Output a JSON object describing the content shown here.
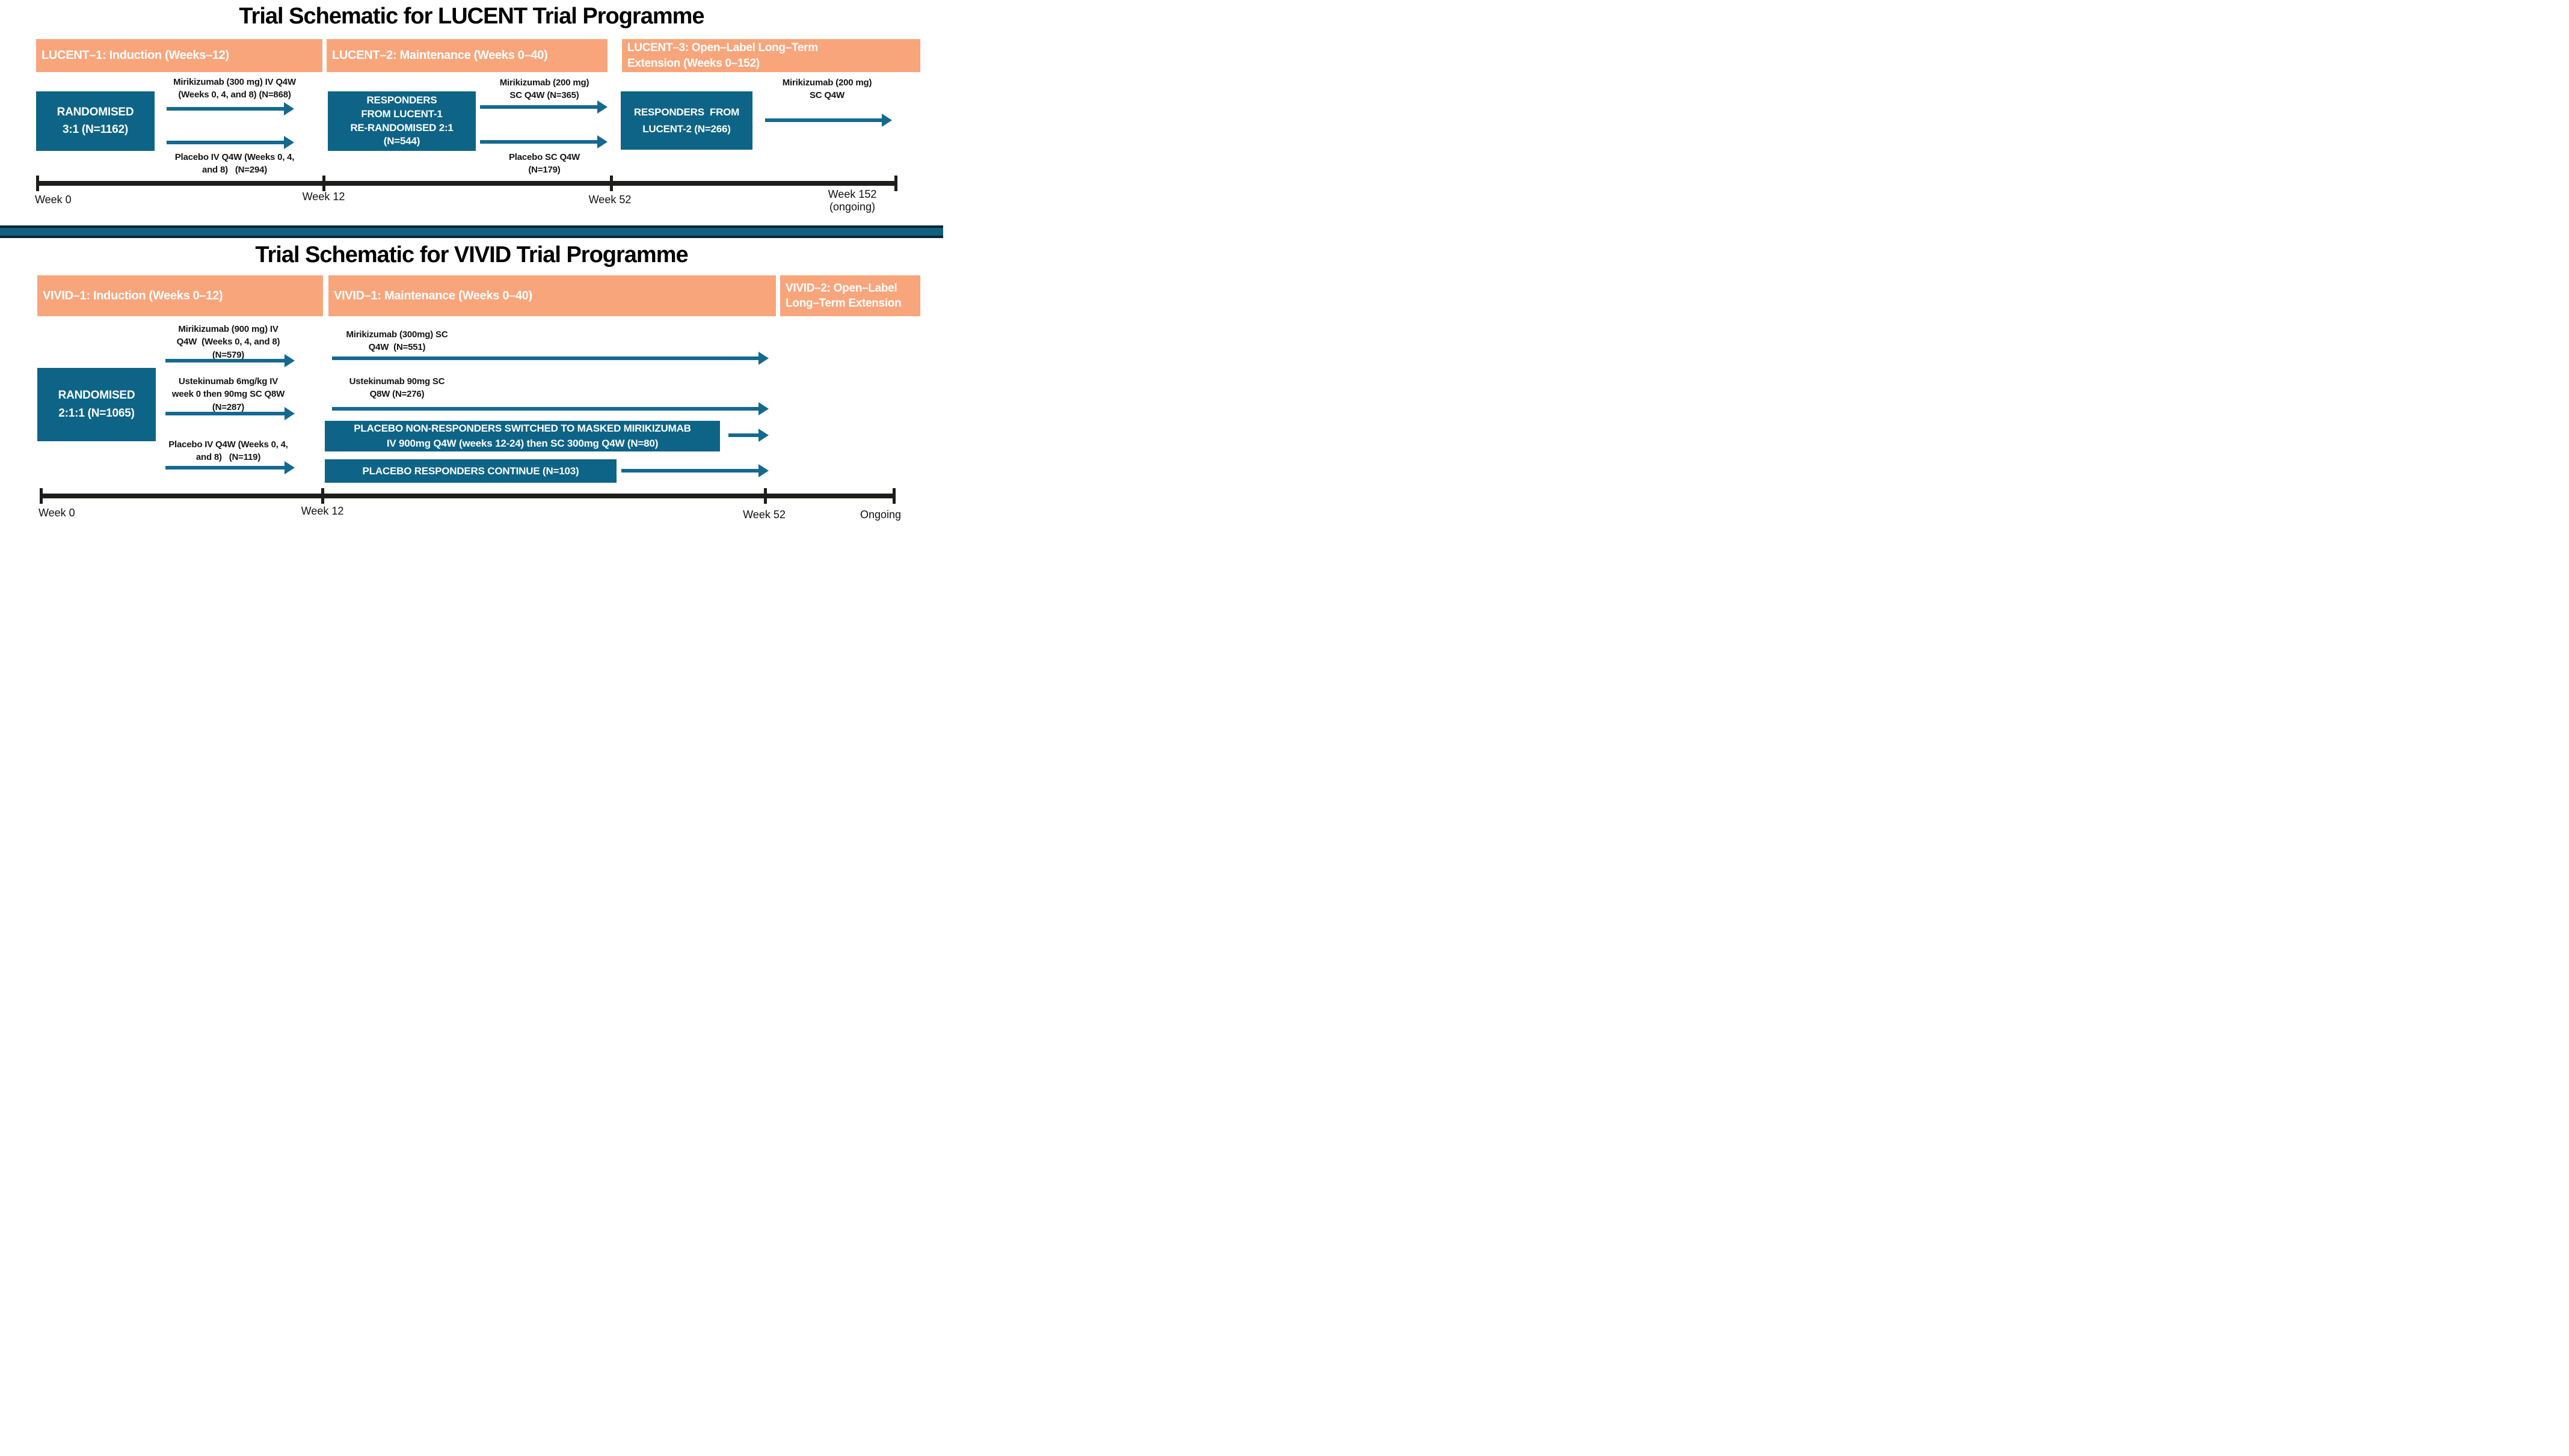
{
  "colors": {
    "salmon": "#F9A57C",
    "box_teal": "#0E6486",
    "arrow_teal": "#15698F",
    "timeline": "#1D1D1B",
    "divider_fill": "#11607F",
    "divider_border": "#0A2534"
  },
  "lucent": {
    "title": "Trial Schematic for LUCENT Trial Programme",
    "phase_headers": [
      {
        "label": "LUCENT–1: Induction (Weeks–12)"
      },
      {
        "label": "LUCENT–2: Maintenance (Weeks 0–40)"
      },
      {
        "label": "LUCENT–3: Open–Label Long–Term Extension (Weeks 0–152)"
      }
    ],
    "randomised_box": {
      "lines": [
        "RANDOMISED",
        "3:1 (N=1162)"
      ]
    },
    "responders_lucent1_box": {
      "lines": [
        "RESPONDERS",
        "FROM LUCENT-1",
        "RE-RANDOMISED 2:1",
        "(N=544)"
      ]
    },
    "responders_lucent2_box": {
      "lines": [
        "RESPONDERS  FROM",
        "LUCENT-2 (N=266)"
      ]
    },
    "arm_labels": {
      "induction_active": {
        "lines": [
          "Mirikizumab (300 mg) IV Q4W",
          "(Weeks 0, 4, and 8) (N=868)"
        ]
      },
      "induction_placebo": {
        "lines": [
          "Placebo IV Q4W (Weeks 0, 4,",
          "and 8)   (N=294)"
        ]
      },
      "maintenance_active": {
        "lines": [
          "Mirikizumab (200 mg)",
          "SC Q4W (N=365)"
        ]
      },
      "maintenance_placebo": {
        "lines": [
          "Placebo SC Q4W",
          "(N=179)"
        ]
      },
      "extension_active": {
        "lines": [
          "Mirikizumab (200 mg)",
          "SC Q4W"
        ]
      }
    },
    "timeline": {
      "week0": "Week 0",
      "week12": "Week 12",
      "week52": "Week 52",
      "week152": "Week 152",
      "ongoing": "(ongoing)"
    }
  },
  "vivid": {
    "title": "Trial Schematic for VIVID Trial Programme",
    "phase_headers": [
      {
        "label": "VIVID–1: Induction (Weeks 0–12)"
      },
      {
        "label": "VIVID–1: Maintenance (Weeks 0–40)"
      },
      {
        "label": "VIVID–2: Open–Label Long–Term Extension"
      }
    ],
    "randomised_box": {
      "lines": [
        "RANDOMISED",
        "2:1:1 (N=1065)"
      ]
    },
    "arm_labels": {
      "induction_mirikizumab": {
        "lines": [
          "Mirikizumab (900 mg) IV",
          "Q4W  (Weeks 0, 4, and 8)",
          "(N=579)"
        ]
      },
      "induction_ustekinumab": {
        "lines": [
          "Ustekinumab 6mg/kg IV",
          "week 0 then 90mg SC Q8W",
          "(N=287)"
        ]
      },
      "induction_placebo": {
        "lines": [
          "Placebo IV Q4W (Weeks 0, 4,",
          "and 8)   (N=119)"
        ]
      },
      "maintenance_mirikizumab": {
        "lines": [
          "Mirikizumab (300mg) SC",
          "Q4W  (N=551)"
        ]
      },
      "maintenance_ustekinumab": {
        "lines": [
          "Ustekinumab 90mg SC",
          "Q8W (N=276)"
        ]
      }
    },
    "placebo_nonresponders_box": {
      "lines": [
        "PLACEBO NON-RESPONDERS SWITCHED TO MASKED MIRIKIZUMAB",
        "IV 900mg Q4W (weeks 12-24) then SC 300mg Q4W (N=80)"
      ]
    },
    "placebo_responders_box": {
      "lines": [
        "PLACEBO RESPONDERS CONTINUE (N=103)"
      ]
    },
    "timeline": {
      "week0": "Week 0",
      "week12": "Week 12",
      "week52": "Week 52",
      "ongoing": "Ongoing"
    }
  }
}
